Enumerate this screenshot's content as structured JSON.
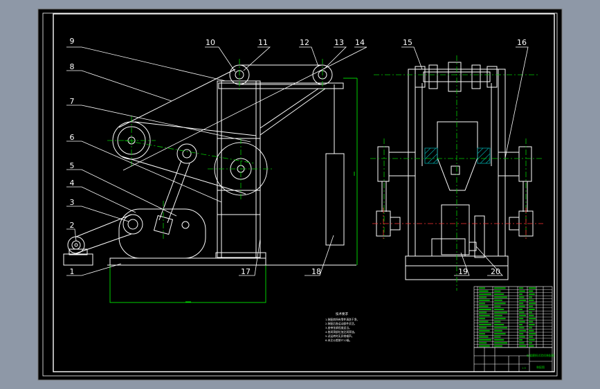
{
  "window": {
    "background": "#8e98a7",
    "sheet_color": "#000000",
    "frame_color": "#ffffff",
    "line_color": "#ffffff",
    "dim_color": "#00d000",
    "center_color": "#00cc00",
    "section_color": "#00a0a0",
    "highlight_color": "#ff3333"
  },
  "callouts": [
    "1",
    "2",
    "3",
    "4",
    "5",
    "6",
    "7",
    "8",
    "9",
    "10",
    "11",
    "12",
    "13",
    "14",
    "15",
    "16",
    "17",
    "18",
    "19",
    "20"
  ],
  "notes_title": "技术要求",
  "notes": [
    "1.装配前所有零件清洗干净。",
    "2.装配后各运动部件灵活。",
    "3.皮带张紧程度适当。",
    "4.各润滑部位加注润滑油。",
    "5.试运转时无异常噪声。",
    "6.未注公差按IT12级。"
  ],
  "title_block": {
    "drawing_name": "轧辊磨损试验机装配图",
    "drawing_no": "装配图",
    "scale": "1:5"
  }
}
